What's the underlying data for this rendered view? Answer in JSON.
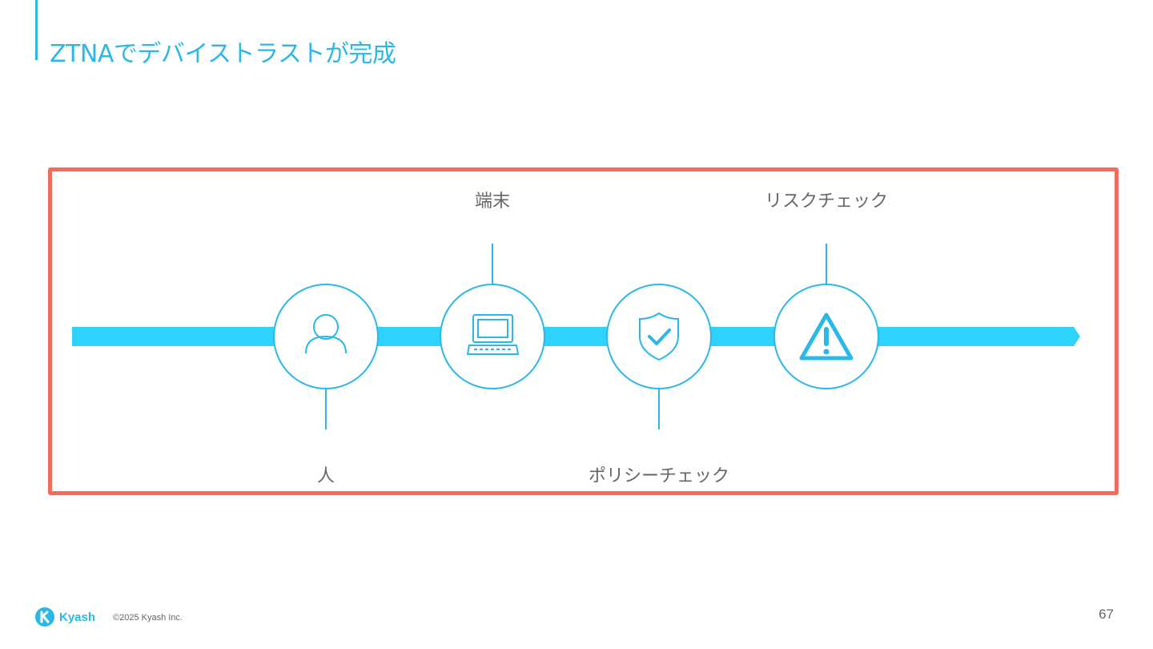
{
  "slide": {
    "title": "ZTNAでデバイストラストが完成",
    "page_number": "67",
    "copyright": "©2025 Kyash Inc.",
    "logo_text": "Kyash"
  },
  "flow": {
    "steps": [
      {
        "label": "人",
        "icon": "person-icon",
        "label_position": "below"
      },
      {
        "label": "端末",
        "icon": "laptop-icon",
        "label_position": "above"
      },
      {
        "label": "ポリシーチェック",
        "icon": "shield-check-icon",
        "label_position": "below"
      },
      {
        "label": "リスクチェック",
        "icon": "warning-icon",
        "label_position": "above"
      }
    ]
  },
  "colors": {
    "accent": "#29b8e8",
    "arrow": "#2ed3fb",
    "frame": "#f26b5b",
    "label": "#666666"
  }
}
